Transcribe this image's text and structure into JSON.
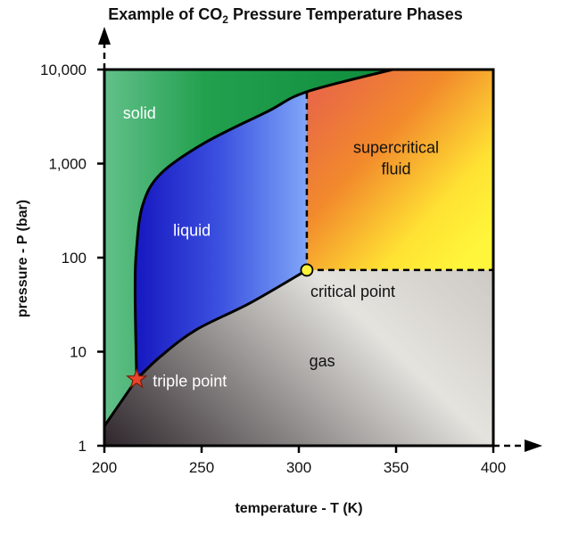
{
  "chart_data": {
    "type": "area",
    "title": "Example of CO",
    "title_sub": "2",
    "title_rest": " Pressure Temperature Phases",
    "xlabel": "temperature - T (K)",
    "ylabel": "pressure - P (bar)",
    "xlim": [
      200,
      400
    ],
    "ylim": [
      1,
      10000
    ],
    "yscale": "log",
    "xticks": [
      200,
      250,
      300,
      350,
      400
    ],
    "xtick_labels": [
      "200",
      "250",
      "300",
      "350",
      "400"
    ],
    "yticks": [
      1,
      10,
      100,
      1000,
      10000
    ],
    "ytick_labels": [
      "1",
      "10",
      "100",
      "1,000",
      "10,000"
    ],
    "boundaries": {
      "sublimation": [
        [
          200,
          1.62
        ],
        [
          216.6,
          5.1
        ]
      ],
      "melting": [
        [
          216.6,
          5.1
        ],
        [
          215.8,
          40.9
        ],
        [
          216.5,
          122
        ],
        [
          219.7,
          362
        ],
        [
          228.9,
          778
        ],
        [
          251.8,
          1671
        ],
        [
          284,
          3586
        ],
        [
          304.1,
          5800
        ],
        [
          348.2,
          10000
        ]
      ],
      "vaporization": [
        [
          216.6,
          5.1
        ],
        [
          228.9,
          8.9
        ],
        [
          247.2,
          17.1
        ],
        [
          274.8,
          32.8
        ],
        [
          304.1,
          73.8
        ]
      ]
    },
    "triple_point": {
      "T": 216.6,
      "P": 5.1,
      "label": "triple point"
    },
    "critical_point": {
      "T": 304.1,
      "P": 73.8,
      "label": "critical point"
    },
    "regions": [
      {
        "name": "solid",
        "label": "solid",
        "T": 218,
        "P": 3000
      },
      {
        "name": "liquid",
        "label": "liquid",
        "T": 245,
        "P": 170
      },
      {
        "name": "supercritical",
        "label": "supercritical",
        "label2": "fluid",
        "T": 350,
        "P": 1300
      },
      {
        "name": "gas",
        "label": "gas",
        "T": 312,
        "P": 7
      }
    ],
    "colors": {
      "solid": "#1a9a48",
      "liquid": "#2d2fd0",
      "supercritical_top": "#ee6a3a",
      "supercritical_bottom": "#fff234",
      "gas_light": "#e6e5e0",
      "gas_dark": "#3a3236"
    }
  }
}
